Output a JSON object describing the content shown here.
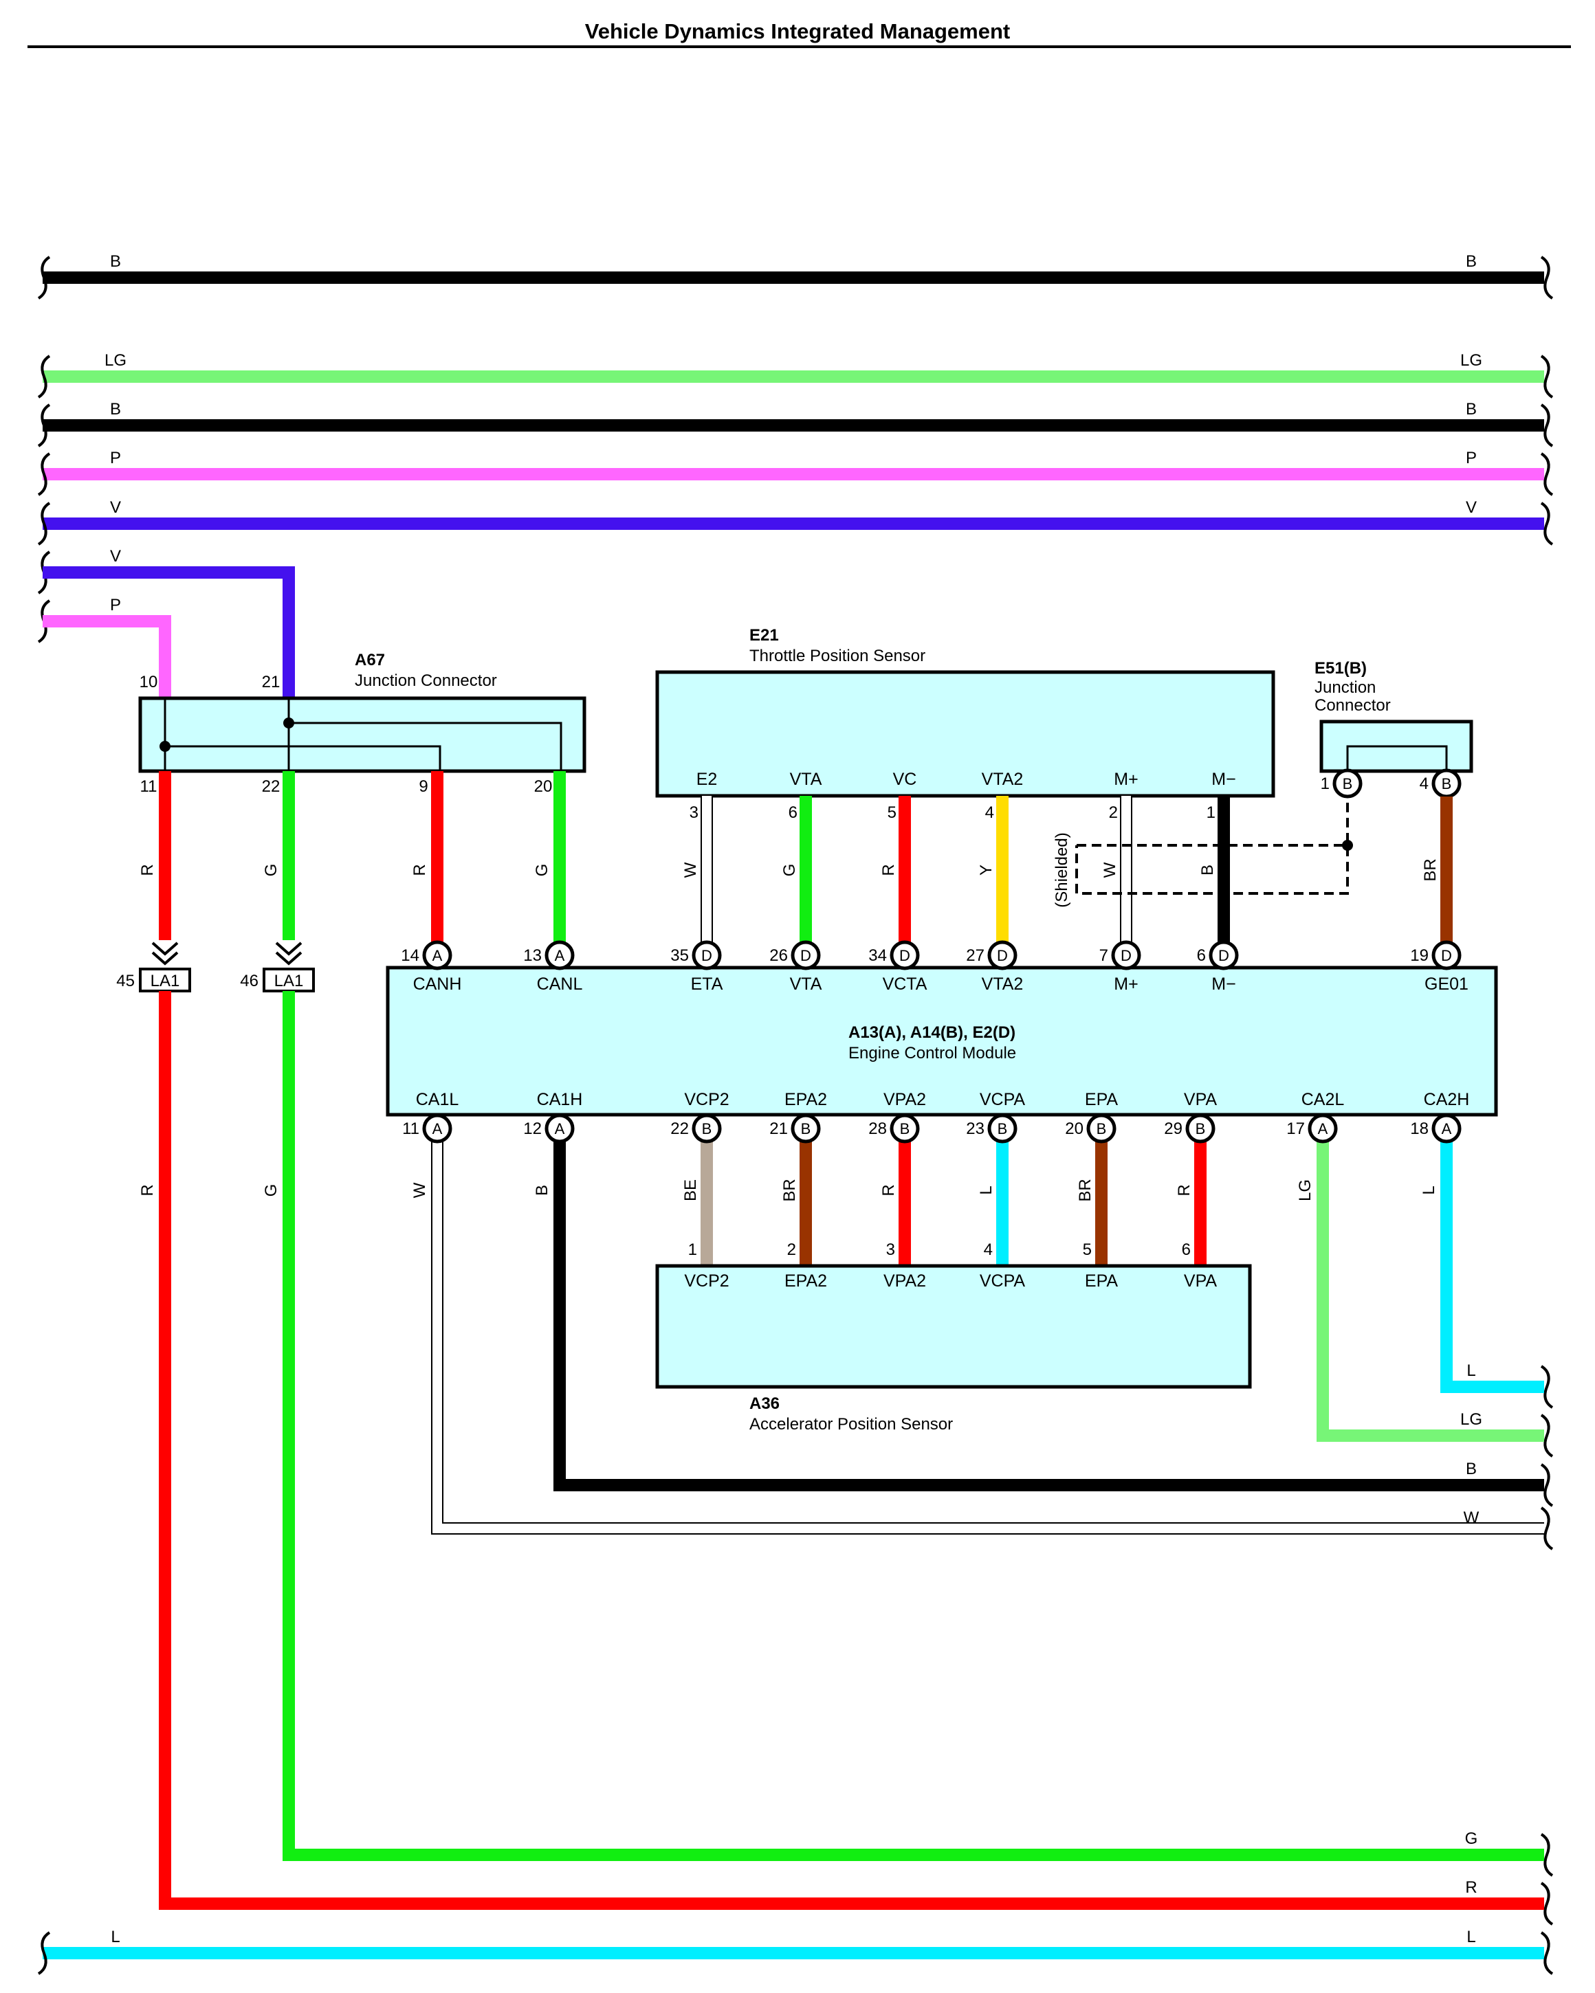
{
  "title": "Vehicle Dynamics Integrated Management",
  "colors": {
    "B": "#000000",
    "LG": "#77f577",
    "P": "#ff66ff",
    "V": "#4411ee",
    "R": "#ff0000",
    "G": "#11ee11",
    "W": "#ffffff",
    "Y": "#ffdd00",
    "BR": "#993300",
    "BE": "#b8a898",
    "L": "#00eeff",
    "box": "#ccffff"
  },
  "buses": [
    {
      "code": "B",
      "left": "B",
      "right": "B"
    },
    {
      "code": "LG",
      "left": "LG",
      "right": "LG"
    },
    {
      "code": "B",
      "left": "B",
      "right": "B"
    },
    {
      "code": "P",
      "left": "P",
      "right": "P"
    },
    {
      "code": "V",
      "left": "V",
      "right": "V"
    },
    {
      "code": "V",
      "left": "V"
    },
    {
      "code": "P",
      "left": "P"
    }
  ],
  "a67": {
    "id": "A67",
    "name": "Junction Connector",
    "top_pins": [
      "10",
      "21"
    ],
    "bottom_pins": [
      "11",
      "22",
      "9",
      "20"
    ]
  },
  "e21": {
    "id": "E21",
    "name": "Throttle Position Sensor",
    "pins": [
      {
        "name": "E2",
        "num": "3",
        "wire": "W"
      },
      {
        "name": "VTA",
        "num": "6",
        "wire": "G"
      },
      {
        "name": "VC",
        "num": "5",
        "wire": "R"
      },
      {
        "name": "VTA2",
        "num": "4",
        "wire": "Y"
      },
      {
        "name": "M+",
        "num": "2",
        "wire": "W"
      },
      {
        "name": "M−",
        "num": "1",
        "wire": "B"
      }
    ]
  },
  "e51": {
    "id": "E51(B)",
    "name_line1": "Junction",
    "name_line2": "Connector",
    "pins": [
      "1",
      "4"
    ],
    "letter": "B",
    "wire": "BR"
  },
  "shielded": "(Shielded)",
  "wire_labels_a67": [
    "R",
    "G",
    "R",
    "G"
  ],
  "la1": {
    "label": "LA1",
    "pins": [
      "45",
      "46"
    ]
  },
  "ecm": {
    "id": "A13(A), A14(B), E2(D)",
    "name": "Engine Control Module",
    "top": [
      {
        "num": "14",
        "letter": "A",
        "name": "CANH"
      },
      {
        "num": "13",
        "letter": "A",
        "name": "CANL"
      },
      {
        "num": "35",
        "letter": "D",
        "name": "ETA"
      },
      {
        "num": "26",
        "letter": "D",
        "name": "VTA"
      },
      {
        "num": "34",
        "letter": "D",
        "name": "VCTA"
      },
      {
        "num": "27",
        "letter": "D",
        "name": "VTA2"
      },
      {
        "num": "7",
        "letter": "D",
        "name": "M+"
      },
      {
        "num": "6",
        "letter": "D",
        "name": "M−"
      },
      {
        "num": "19",
        "letter": "D",
        "name": "GE01"
      }
    ],
    "bottom": [
      {
        "num": "11",
        "letter": "A",
        "name": "CA1L",
        "wire": "W"
      },
      {
        "num": "12",
        "letter": "A",
        "name": "CA1H",
        "wire": "B"
      },
      {
        "num": "22",
        "letter": "B",
        "name": "VCP2",
        "wire": "BE"
      },
      {
        "num": "21",
        "letter": "B",
        "name": "EPA2",
        "wire": "BR"
      },
      {
        "num": "28",
        "letter": "B",
        "name": "VPA2",
        "wire": "R"
      },
      {
        "num": "23",
        "letter": "B",
        "name": "VCPA",
        "wire": "L"
      },
      {
        "num": "20",
        "letter": "B",
        "name": "EPA",
        "wire": "BR"
      },
      {
        "num": "29",
        "letter": "B",
        "name": "VPA",
        "wire": "R"
      },
      {
        "num": "17",
        "letter": "A",
        "name": "CA2L",
        "wire": "LG"
      },
      {
        "num": "18",
        "letter": "A",
        "name": "CA2H",
        "wire": "L"
      }
    ]
  },
  "a36": {
    "id": "A36",
    "name": "Accelerator Position Sensor",
    "pins": [
      {
        "num": "1",
        "name": "VCP2"
      },
      {
        "num": "2",
        "name": "EPA2"
      },
      {
        "num": "3",
        "name": "VPA2"
      },
      {
        "num": "4",
        "name": "VCPA"
      },
      {
        "num": "5",
        "name": "EPA"
      },
      {
        "num": "6",
        "name": "VPA"
      }
    ]
  },
  "left_wires": {
    "r": "R",
    "g": "G"
  },
  "right_exits": [
    "L",
    "LG",
    "B",
    "W",
    "G",
    "R",
    "L"
  ]
}
